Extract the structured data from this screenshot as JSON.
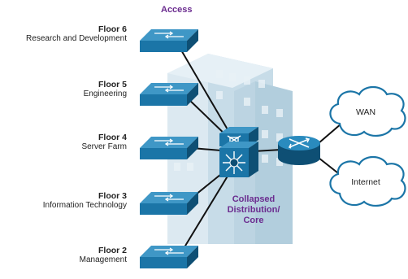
{
  "diagram": {
    "access_title": "Access",
    "core_label_lines": [
      "Collapsed",
      "Distribution/",
      "Core"
    ],
    "floors": [
      {
        "floor": "Floor 6",
        "department": "Research and Development"
      },
      {
        "floor": "Floor 5",
        "department": "Engineering"
      },
      {
        "floor": "Floor 4",
        "department": "Server Farm"
      },
      {
        "floor": "Floor 3",
        "department": "Information Technology"
      },
      {
        "floor": "Floor 2",
        "department": "Management"
      }
    ],
    "clouds": {
      "wan": "WAN",
      "internet": "Internet"
    },
    "colors": {
      "device_blue": "#1b75a7",
      "device_dark": "#0e4f74",
      "building": "#cfe0ea",
      "title_purple": "#6b2c8f",
      "link": "#111111"
    }
  }
}
